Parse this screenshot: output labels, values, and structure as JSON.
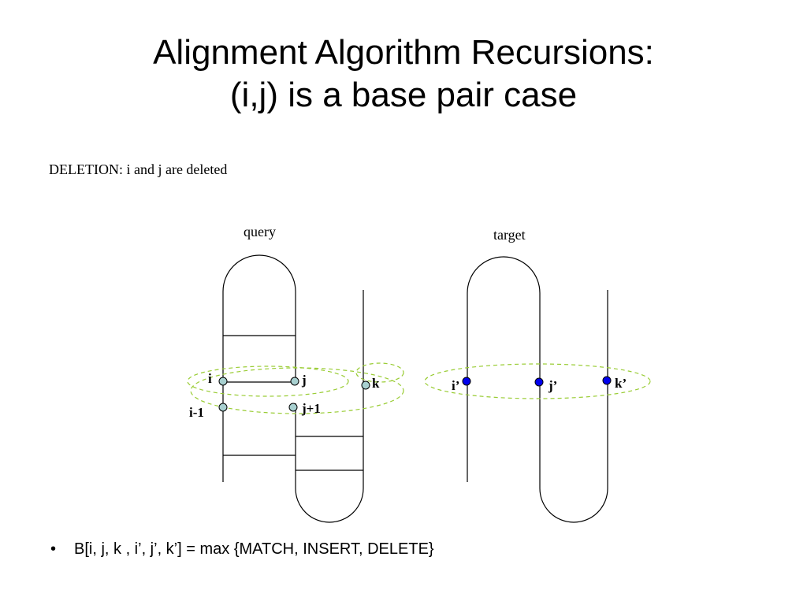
{
  "title": {
    "line1": "Alignment Algorithm Recursions:",
    "line2": "(i,j) is a base pair case"
  },
  "subtitle": "DELETION: i and j are deleted",
  "diagram": {
    "query_label": "query",
    "target_label": "target",
    "query_nodes": {
      "i": "i",
      "j": "j",
      "i_minus_1": "i-1",
      "j_plus_1": "j+1",
      "k": "k"
    },
    "target_nodes": {
      "i_prime": "i’",
      "j_prime": "j’",
      "k_prime": "k’"
    },
    "colors": {
      "query_node_fill": "#a8d0d0",
      "target_node_fill": "#0000ee",
      "dashed_outline": "#99cc33"
    }
  },
  "bullet": {
    "marker": "•",
    "text": "B[i, j, k , i’, j’, k’] = max {MATCH, INSERT, DELETE}"
  }
}
